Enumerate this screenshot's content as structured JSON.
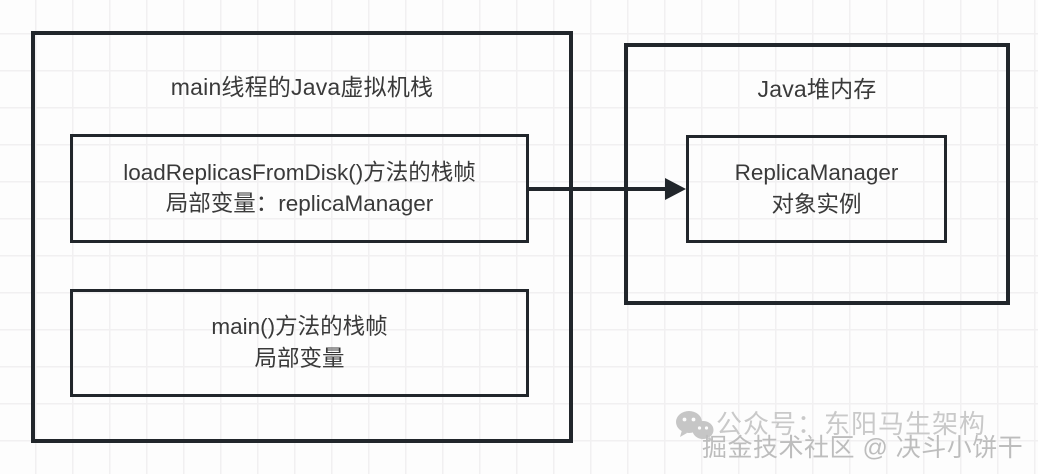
{
  "diagram": {
    "title_left": "main线程的Java虚拟机栈",
    "title_right": "Java堆内存",
    "stack_frames": [
      {
        "name": "loadReplicasFromDisk-frame",
        "line1": "loadReplicasFromDisk()方法的栈帧",
        "line2": "局部变量：replicaManager"
      },
      {
        "name": "main-frame",
        "line1": "main()方法的栈帧",
        "line2": "局部变量"
      }
    ],
    "heap_objects": [
      {
        "name": "replica-manager-object",
        "line1": "ReplicaManager",
        "line2": "对象实例"
      }
    ],
    "arrow": {
      "label": "",
      "from": "loadReplicasFromDisk-frame",
      "to": "replica-manager-object"
    },
    "colors": {
      "border": "#21262b",
      "text": "#3a3a3a",
      "background": "#fdfdfd",
      "grid": "#f1f0f1"
    }
  },
  "watermarks": {
    "primary": "公众号：东阳马生架构",
    "secondary": "掘金技术社区 @ 决斗小饼干",
    "icon": "wechat-icon"
  }
}
